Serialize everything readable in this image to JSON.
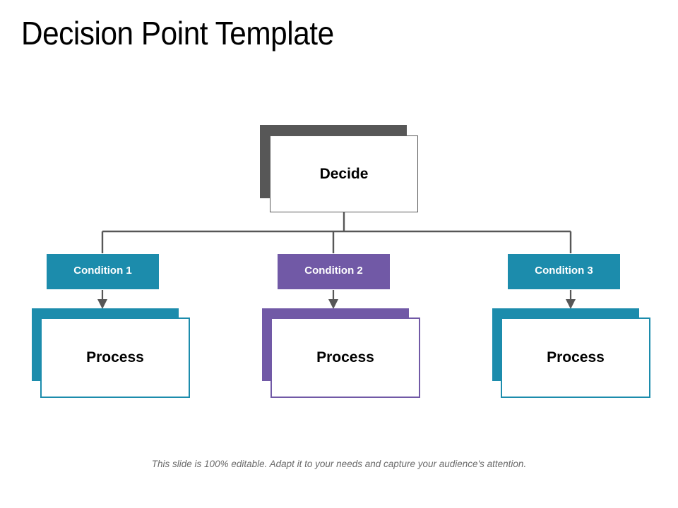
{
  "slide": {
    "title": "Decision Point Template",
    "footer_note": "This slide is 100% editable. Adapt it to your needs and capture your audience's attention.",
    "background": "#FFFFFF"
  },
  "colors": {
    "teal": "#1C8CAC",
    "purple": "#7159A6",
    "decide_shadow_gray": "#575757",
    "decide_border_gray": "#5A5A5A",
    "connector_gray": "#575757",
    "title_black": "#000000",
    "footer_gray": "#6B6B6B",
    "label_white": "#FFFFFF"
  },
  "diagram": {
    "root": {
      "label": "Decide",
      "shadow_color": "#575757",
      "border_color": "#5A5A5A",
      "fill": "#FFFFFF",
      "text_color": "#000000"
    },
    "branches": [
      {
        "condition_label": "Condition 1",
        "condition_fill": "#1C8CAC",
        "condition_text_color": "#FFFFFF",
        "process_label": "Process",
        "process_shadow_color": "#1C8CAC",
        "process_border_color": "#1C8CAC",
        "process_fill": "#FFFFFF",
        "process_text_color": "#000000"
      },
      {
        "condition_label": "Condition 2",
        "condition_fill": "#7159A6",
        "condition_text_color": "#FFFFFF",
        "process_label": "Process",
        "process_shadow_color": "#7159A6",
        "process_border_color": "#7159A6",
        "process_fill": "#FFFFFF",
        "process_text_color": "#000000"
      },
      {
        "condition_label": "Condition 3",
        "condition_fill": "#1C8CAC",
        "condition_text_color": "#FFFFFF",
        "process_label": "Process",
        "process_shadow_color": "#1C8CAC",
        "process_border_color": "#1C8CAC",
        "process_fill": "#FFFFFF",
        "process_text_color": "#000000"
      }
    ],
    "connectors": {
      "trunk_color": "#575757",
      "arrow_color": "#575757",
      "arrow_count": 3
    }
  }
}
